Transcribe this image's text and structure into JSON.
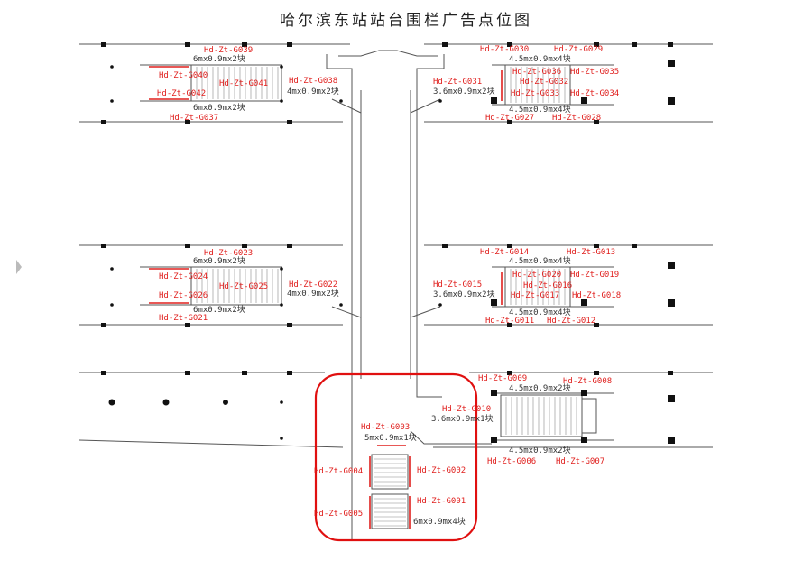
{
  "title": "哈尔滨东站站台围栏广告点位图",
  "colors": {
    "code": "#e0201e",
    "line": "#555555",
    "highlight": "#e01010",
    "stair": "#888888"
  },
  "labels": {
    "g001": "Hd-Zt-G001",
    "g002": "Hd-Zt-G002",
    "g003": "Hd-Zt-G003",
    "g004": "Hd-Zt-G004",
    "g005": "Hd-Zt-G005",
    "g006": "Hd-Zt-G006",
    "g007": "Hd-Zt-G007",
    "g008": "Hd-Zt-G008",
    "g009": "Hd-Zt-G009",
    "g010": "Hd-Zt-G010",
    "g011": "Hd-Zt-G011",
    "g012": "Hd-Zt-G012",
    "g013": "Hd-Zt-G013",
    "g014": "Hd-Zt-G014",
    "g015": "Hd-Zt-G015",
    "g016": "Hd-Zt-G016",
    "g017": "Hd-Zt-G017",
    "g018": "Hd-Zt-G018",
    "g019": "Hd-Zt-G019",
    "g020": "Hd-Zt-G020",
    "g021": "Hd-Zt-G021",
    "g022": "Hd-Zt-G022",
    "g023": "Hd-Zt-G023",
    "g024": "Hd-Zt-G024",
    "g025": "Hd-Zt-G025",
    "g026": "Hd-Zt-G026",
    "g027": "Hd-Zt-G027",
    "g028": "Hd-Zt-G028",
    "g029": "Hd-Zt-G029",
    "g030": "Hd-Zt-G030",
    "g031": "Hd-Zt-G031",
    "g032": "Hd-Zt-G032",
    "g033": "Hd-Zt-G033",
    "g034": "Hd-Zt-G034",
    "g035": "Hd-Zt-G035",
    "g036": "Hd-Zt-G036",
    "g037": "Hd-Zt-G037",
    "g038": "Hd-Zt-G038",
    "g039": "Hd-Zt-G039",
    "g040": "Hd-Zt-G040",
    "g041": "Hd-Zt-G041",
    "g042": "Hd-Zt-G042"
  },
  "dims": {
    "d6x2": "6mx0.9mx2块",
    "d4x2": "4mx0.9mx2块",
    "d45x4": "4.5mx0.9mx4块",
    "d45x2": "4.5mx0.9mx2块",
    "d36x2": "3.6mx0.9mx2块",
    "d36x1": "3.6mx0.9mx1块",
    "d5x1": "5mx0.9mx1块",
    "d6x4": "6mx0.9mx4块"
  }
}
